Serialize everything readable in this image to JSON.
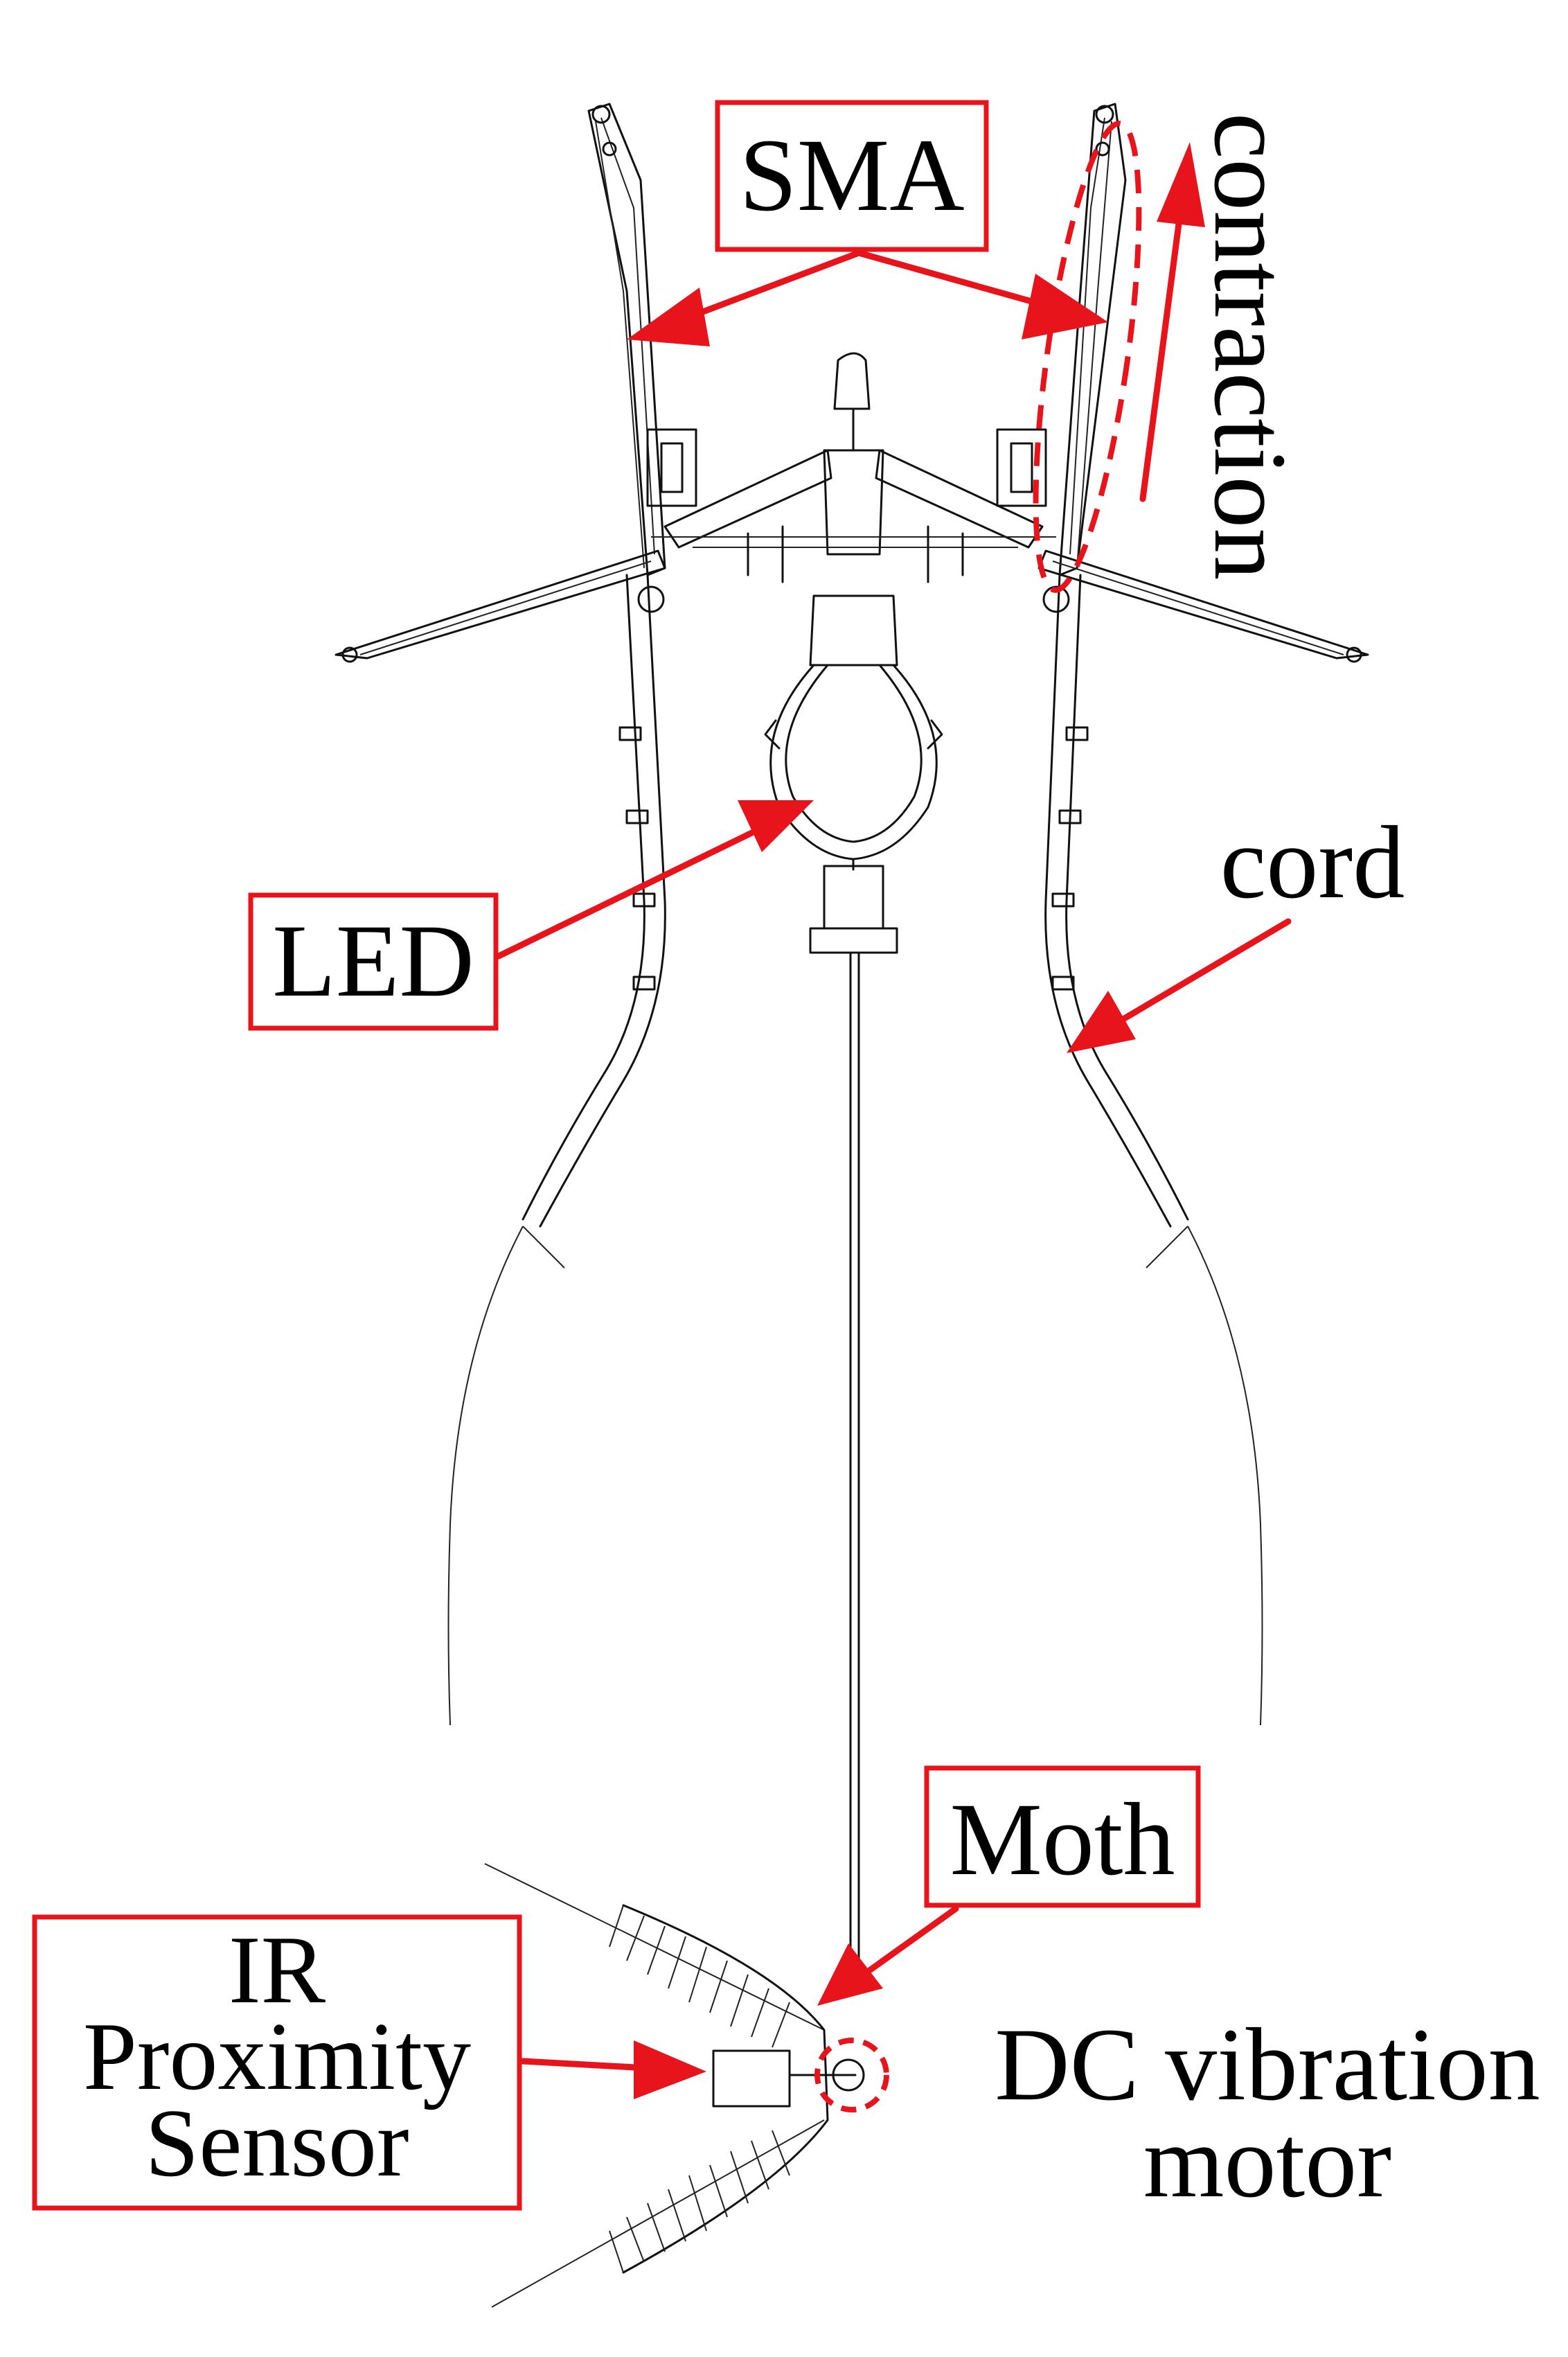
{
  "labels": {
    "sma": "SMA",
    "contraction": "contraction",
    "led": "LED",
    "cord": "cord",
    "moth": "Moth",
    "ir_line1": "IR",
    "ir_line2": "Proximity",
    "ir_line3": "Sensor",
    "dc_line1": "DC vibration",
    "dc_line2": "motor"
  },
  "colors": {
    "annotation": "#e8141b",
    "drawing": "#111111",
    "background": "#ffffff"
  }
}
